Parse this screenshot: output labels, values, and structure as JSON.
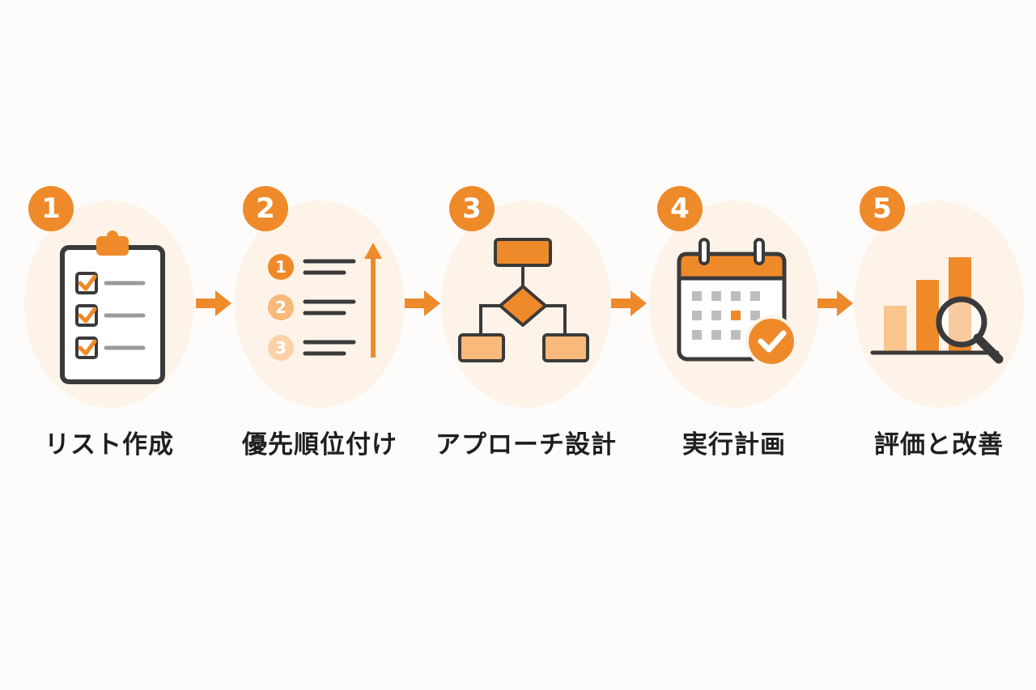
{
  "accent_color": "#ef8a2a",
  "light_accent_color": "#f8b97a",
  "background_color": "#fdf3e8",
  "steps": [
    {
      "number": "1",
      "label": "リスト作成",
      "icon": "clipboard-checklist-icon"
    },
    {
      "number": "2",
      "label": "優先順位付け",
      "icon": "priority-list-icon"
    },
    {
      "number": "3",
      "label": "アプローチ設計",
      "icon": "flowchart-icon"
    },
    {
      "number": "4",
      "label": "実行計画",
      "icon": "calendar-check-icon"
    },
    {
      "number": "5",
      "label": "評価と改善",
      "icon": "chart-magnifier-icon"
    }
  ],
  "priority_items": [
    "1",
    "2",
    "3"
  ]
}
